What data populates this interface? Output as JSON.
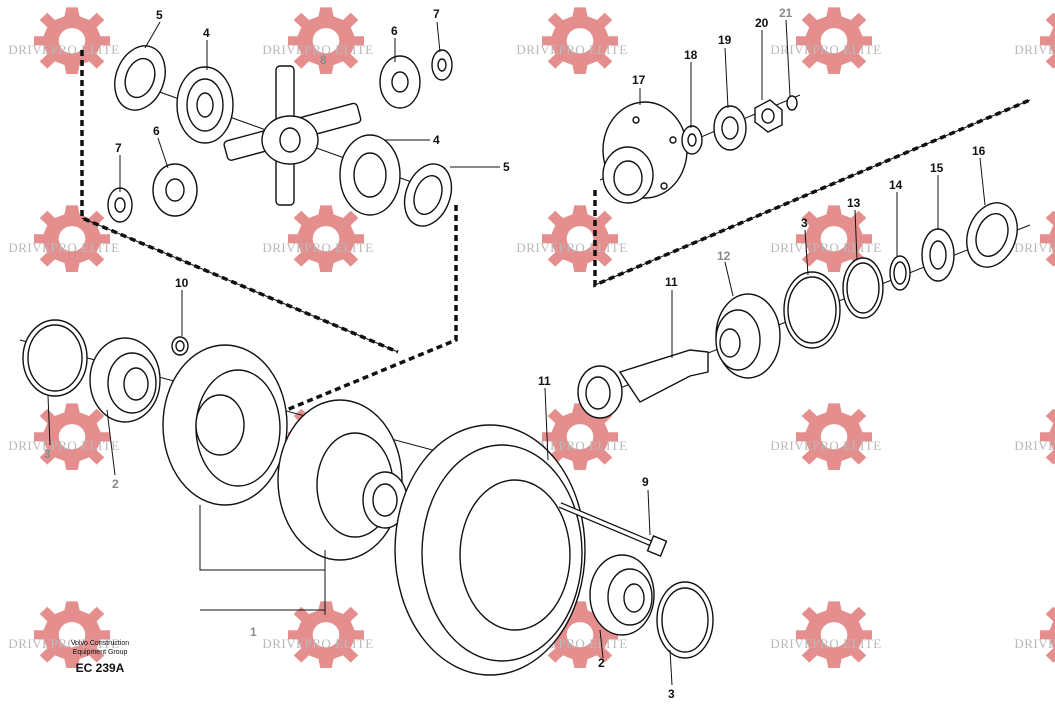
{
  "watermark": {
    "text": "DRIVEPRO ELITE",
    "gear_color": "#e07a7a"
  },
  "credit": {
    "line1": "Volvo Construction",
    "line2": "Equipment Group",
    "code": "EC 239A"
  },
  "callouts": [
    {
      "id": "c5a",
      "text": "5"
    },
    {
      "id": "c4a",
      "text": "4"
    },
    {
      "id": "c8",
      "text": "8"
    },
    {
      "id": "c6a",
      "text": "6"
    },
    {
      "id": "c7a",
      "text": "7"
    },
    {
      "id": "c7b",
      "text": "7"
    },
    {
      "id": "c6b",
      "text": "6"
    },
    {
      "id": "c4b",
      "text": "4"
    },
    {
      "id": "c5b",
      "text": "5"
    },
    {
      "id": "c17",
      "text": "17"
    },
    {
      "id": "c18",
      "text": "18"
    },
    {
      "id": "c19",
      "text": "19"
    },
    {
      "id": "c20",
      "text": "20"
    },
    {
      "id": "c21",
      "text": "21"
    },
    {
      "id": "c16",
      "text": "16"
    },
    {
      "id": "c15",
      "text": "15"
    },
    {
      "id": "c14",
      "text": "14"
    },
    {
      "id": "c13",
      "text": "13"
    },
    {
      "id": "c3a",
      "text": "3"
    },
    {
      "id": "c12",
      "text": "12"
    },
    {
      "id": "c11a",
      "text": "11"
    },
    {
      "id": "c10",
      "text": "10"
    },
    {
      "id": "c11b",
      "text": "11"
    },
    {
      "id": "c3b",
      "text": "3"
    },
    {
      "id": "c2a",
      "text": "2"
    },
    {
      "id": "c9",
      "text": "9"
    },
    {
      "id": "c1",
      "text": "1"
    },
    {
      "id": "c2b",
      "text": "2"
    },
    {
      "id": "c3c",
      "text": "3"
    }
  ]
}
